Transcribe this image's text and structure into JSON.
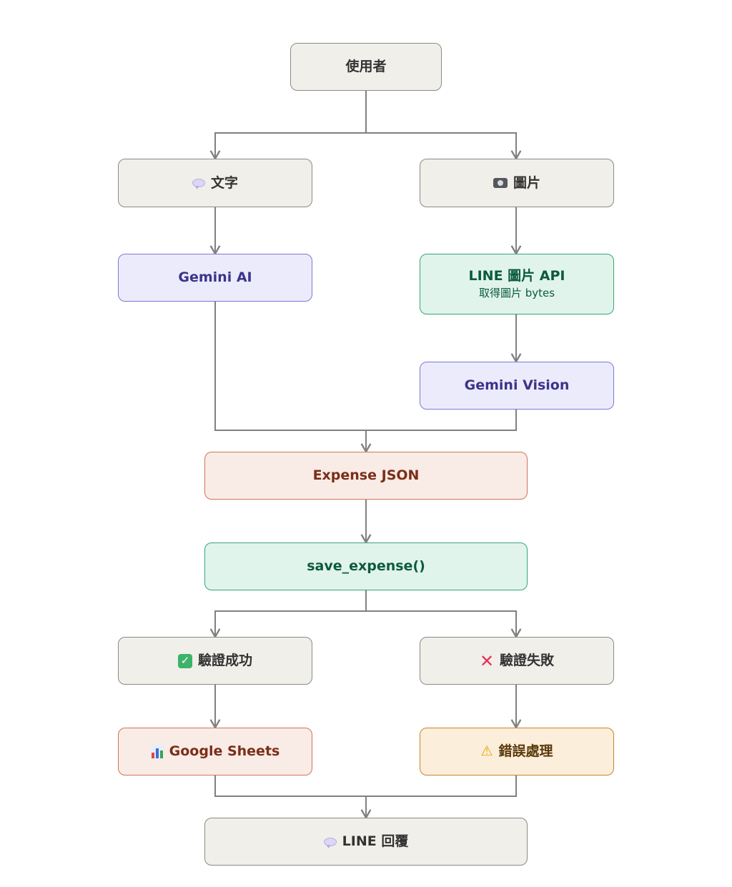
{
  "nodes": {
    "user": {
      "label": "使用者"
    },
    "text": {
      "label": "文字",
      "icon": "speech-bubble-icon"
    },
    "image": {
      "label": "圖片",
      "icon": "camera-icon"
    },
    "gemini_ai": {
      "label": "Gemini AI"
    },
    "line_image_api": {
      "label": "LINE 圖片 API",
      "sublabel": "取得圖片 bytes"
    },
    "gemini_vision": {
      "label": "Gemini Vision"
    },
    "expense_json": {
      "label": "Expense JSON"
    },
    "save_expense": {
      "label": "save_expense()"
    },
    "valid_ok": {
      "label": "驗證成功",
      "icon": "check-box-icon"
    },
    "valid_fail": {
      "label": "驗證失敗",
      "icon": "cross-mark-icon"
    },
    "google_sheets": {
      "label": "Google Sheets",
      "icon": "bar-chart-icon"
    },
    "error_handling": {
      "label": "錯誤處理",
      "icon": "warning-icon"
    },
    "line_reply": {
      "label": "LINE 回覆",
      "icon": "speech-bubble-icon"
    }
  },
  "colors": {
    "neutral": "#f1efe9",
    "purple": "#ecebfc",
    "green": "#e1f4ec",
    "coral": "#f9ebe6",
    "amber": "#fbeedb",
    "edge": "#808080"
  }
}
